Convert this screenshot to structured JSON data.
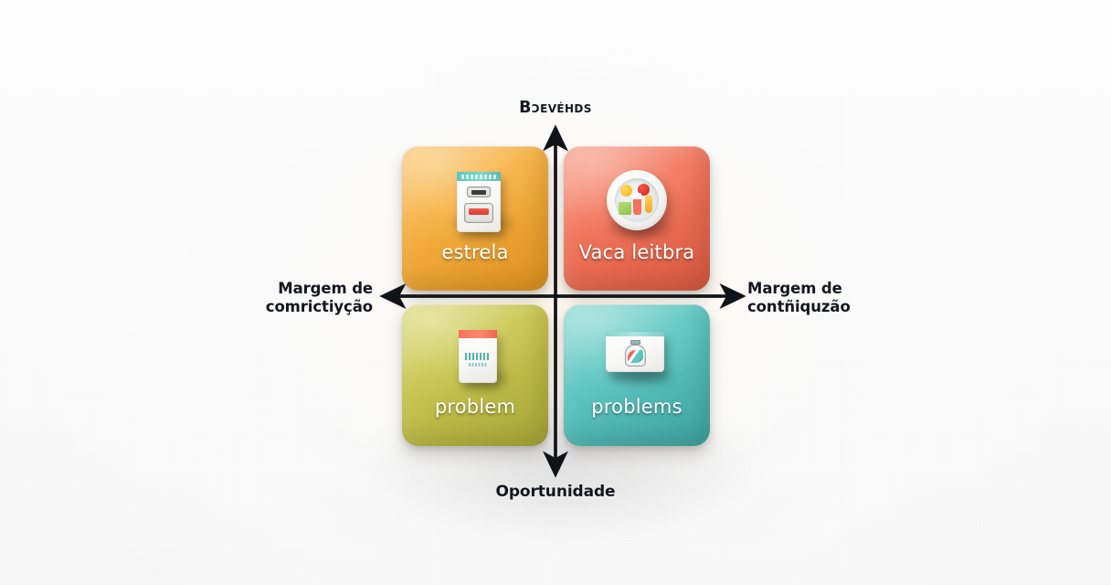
{
  "diagram": {
    "type": "bcg-matrix",
    "background_color": "#fbfbfb",
    "axis_color": "#111318"
  },
  "axes": {
    "top_label": "Bɔevéhds",
    "bottom_label": "Oportunidade",
    "left_label_line1": "Margem de",
    "left_label_line2": "comrictiyção",
    "right_label_line1": "Margem de",
    "right_label_line2": "contñiquzão"
  },
  "quadrants": [
    {
      "id": "top-left",
      "label": "estrela",
      "color": "#F5AE3E",
      "color_dark": "#EC9A21",
      "icon_name": "product-carton-icon"
    },
    {
      "id": "top-right",
      "label": "Vaca leitbra",
      "color": "#F2745A",
      "color_dark": "#E55E44",
      "icon_name": "plate-of-products-icon"
    },
    {
      "id": "bottom-left",
      "label": "problem",
      "color": "#C7C44D",
      "color_dark": "#B8B63D",
      "icon_name": "product-pack-icon"
    },
    {
      "id": "bottom-right",
      "label": "problems",
      "color": "#5CC5C0",
      "color_dark": "#47B5B0",
      "icon_name": "bottle-box-icon"
    }
  ],
  "icons": {
    "arrow_up": "arrow-up-icon",
    "arrow_down": "arrow-down-icon",
    "arrow_left": "arrow-left-icon",
    "arrow_right": "arrow-right-icon"
  }
}
